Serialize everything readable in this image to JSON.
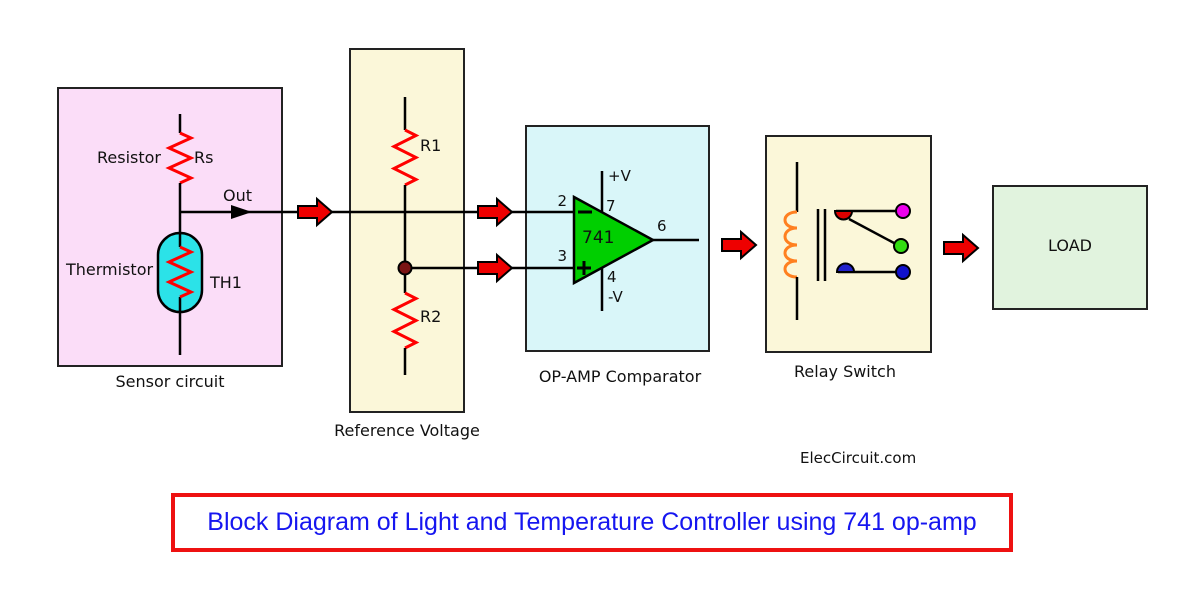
{
  "diagram": {
    "sensor": {
      "caption": "Sensor circuit",
      "resistor_label": "Resistor",
      "resistor_ref": "Rs",
      "out_label": "Out",
      "thermistor_label": "Thermistor",
      "thermistor_ref": "TH1"
    },
    "reference": {
      "caption": "Reference Voltage",
      "r1": "R1",
      "r2": "R2"
    },
    "opamp": {
      "caption": "OP-AMP Comparator",
      "chip": "741",
      "pin_inverting": "2",
      "pin_noninverting": "3",
      "pin_pos_supply": "7",
      "pin_neg_supply": "4",
      "pin_output": "6",
      "vplus": "+V",
      "vminus": "-V"
    },
    "relay": {
      "caption": "Relay Switch"
    },
    "load": {
      "caption": "LOAD"
    }
  },
  "watermark": "ElecCircuit.com",
  "title": "Block Diagram of Light and Temperature Controller using 741 op-amp",
  "colors": {
    "sensor_bg": "#FBDDF8",
    "reference_bg": "#FBF7D9",
    "opamp_bg": "#D9F6F9",
    "relay_bg": "#FBF7D9",
    "load_bg": "#E1F3DE",
    "opamp_triangle": "#00CF00",
    "thermistor_fill": "#2BE2E8",
    "resistor_zigzag": "#FF0000",
    "wire": "#000000",
    "flow_arrow": "#EE0000",
    "coil": "#FF8020",
    "junction_dot": "#7A1414",
    "contact_top": "#DD0000",
    "contact_bottom": "#2222CC",
    "dot_no": "#EE00EE",
    "dot_common": "#33DD11",
    "dot_nc": "#1111CC",
    "title_text": "#1616F0",
    "title_border": "#EE1111"
  }
}
